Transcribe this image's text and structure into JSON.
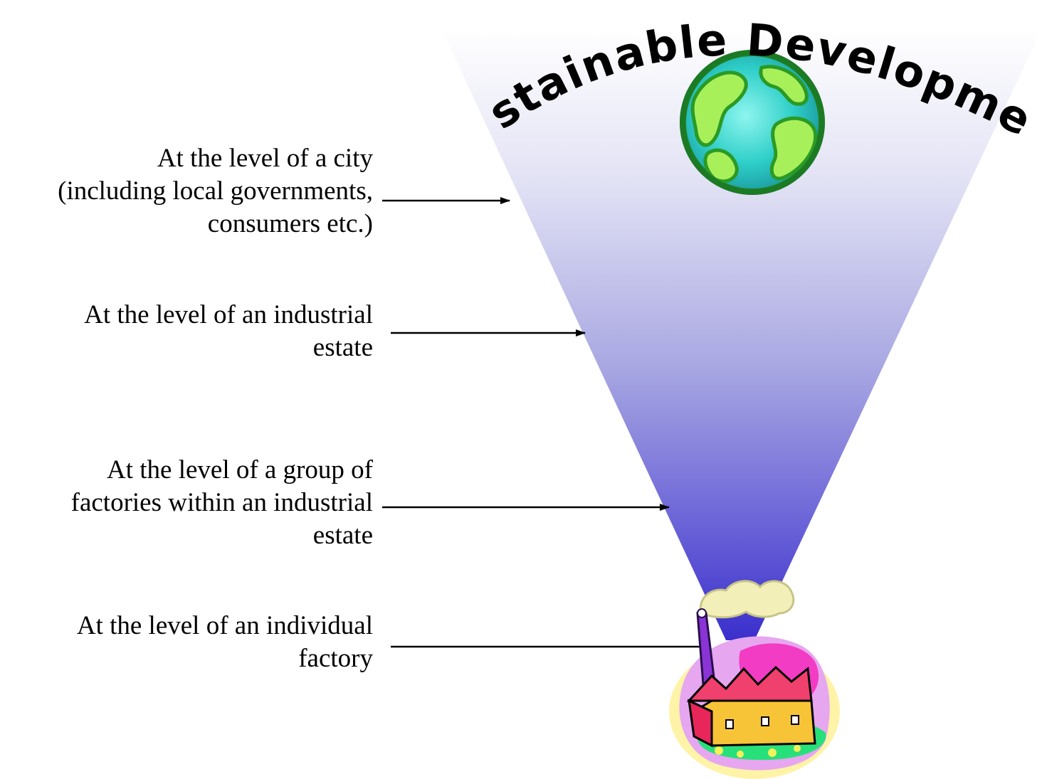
{
  "title": "Sustainable Development",
  "levels": [
    {
      "lines": [
        "At the level of a city",
        "(including local governments,",
        "consumers etc.)"
      ]
    },
    {
      "lines": [
        "At the level of an industrial",
        "estate"
      ]
    },
    {
      "lines": [
        "At the level of a group of",
        "factories within an industrial",
        "estate"
      ]
    },
    {
      "lines": [
        "At the level of an individual",
        "factory"
      ]
    }
  ],
  "colors": {
    "funnel_top": "#f7f7fd",
    "funnel_bottom": "#3d33cc",
    "globe_ocean": "#2ecfc8",
    "globe_land": "#3fbf2a",
    "title_fill": "#000000"
  },
  "icons": {
    "top": "earth-globe-icon",
    "bottom": "factory-icon"
  }
}
